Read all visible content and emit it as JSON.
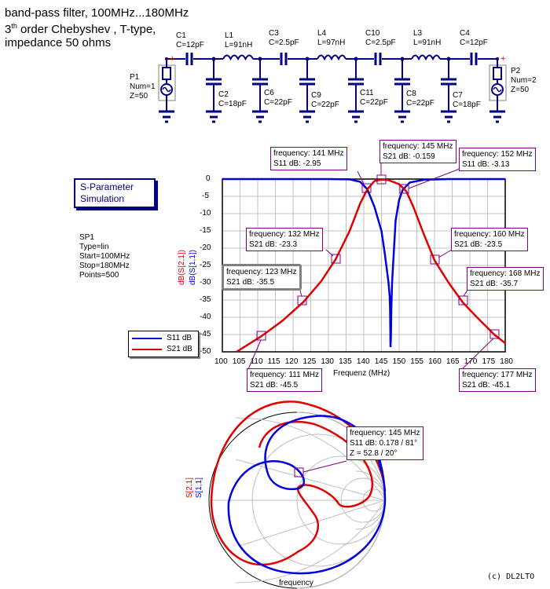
{
  "title": {
    "line1": "band-pass filter, 100MHz...180MHz",
    "line2_pre": "3",
    "line2_sup": "th",
    "line2_post": " order Chebyshev , T-type,",
    "line3": "impedance 50 ohms"
  },
  "schematic": {
    "ports": [
      {
        "name": "P1",
        "num": "Num=1",
        "z": "Z=50"
      },
      {
        "name": "P2",
        "num": "Num=2",
        "z": "Z=50"
      }
    ],
    "series": [
      {
        "name": "C1",
        "value": "C=12pF"
      },
      {
        "name": "L1",
        "value": "L=91nH"
      },
      {
        "name": "C3",
        "value": "C=2.5pF"
      },
      {
        "name": "L4",
        "value": "L=97nH"
      },
      {
        "name": "C10",
        "value": "C=2.5pF"
      },
      {
        "name": "L3",
        "value": "L=91nH"
      },
      {
        "name": "C4",
        "value": "C=12pF"
      }
    ],
    "shunt": [
      {
        "name": "C2",
        "value": "C=18pF"
      },
      {
        "name": "C6",
        "value": "C=22pF"
      },
      {
        "name": "C9",
        "value": "C=22pF"
      },
      {
        "name": "C11",
        "value": "C=22pF"
      },
      {
        "name": "C8",
        "value": "C=22pF"
      },
      {
        "name": "C7",
        "value": "C=18pF"
      }
    ],
    "plus_sign": "+"
  },
  "simulation": {
    "box_line1": "S-Parameter",
    "box_line2": "Simulation",
    "name": "SP1",
    "type": "Type=lin",
    "start": "Start=100MHz",
    "stop": "Stop=180MHz",
    "points": "Points=500"
  },
  "colors": {
    "s11": "#0000e0",
    "s21": "#e00000",
    "wire": "#000080",
    "marker": "#800080",
    "grid": "#c0c0c0"
  },
  "legend": {
    "items": [
      {
        "label": "S11 dB",
        "color": "#0000e0"
      },
      {
        "label": "S21 dB",
        "color": "#e00000"
      }
    ]
  },
  "chart_data": [
    {
      "type": "line",
      "title": "",
      "xlabel": "Frequenz (MHz)",
      "ylabel_red": "dB(S[2,1])",
      "ylabel_blue": "dB(S[1,1])",
      "xlim": [
        100,
        180
      ],
      "ylim": [
        -50,
        0
      ],
      "grid": true,
      "x_ticks": [
        "100",
        "105",
        "110",
        "115",
        "120",
        "125",
        "130",
        "135",
        "140",
        "145",
        "150",
        "155",
        "160",
        "165",
        "170",
        "175",
        "180"
      ],
      "y_ticks": [
        "0",
        "-5",
        "-10",
        "-15",
        "-20",
        "-25",
        "-30",
        "-35",
        "-40",
        "-45",
        "-50"
      ],
      "series": [
        {
          "name": "S11 dB",
          "x": [
            100,
            130,
            136,
            139,
            141,
            143,
            145,
            146,
            147,
            147.5,
            148,
            148.5,
            149,
            150,
            151,
            152,
            154,
            158,
            165,
            180
          ],
          "values": [
            0,
            0,
            -0.1,
            -0.8,
            -2.95,
            -8,
            -15,
            -22,
            -30,
            -42,
            -49,
            -38,
            -25,
            -12,
            -6,
            -3.13,
            -1,
            -0.2,
            0,
            0
          ]
        },
        {
          "name": "S21 dB",
          "x": [
            104,
            111,
            117,
            123,
            128,
            132,
            136,
            139,
            141,
            143,
            145,
            147,
            150,
            152,
            154,
            157,
            160,
            164,
            168,
            172,
            177,
            180
          ],
          "values": [
            -50,
            -45.5,
            -41,
            -35.5,
            -29.5,
            -23.3,
            -15,
            -7,
            -3,
            -0.6,
            -0.159,
            -0.3,
            -1.5,
            -3.5,
            -8,
            -16,
            -23.5,
            -30,
            -35.7,
            -40,
            -45.1,
            -47.5
          ]
        }
      ],
      "markers": [
        {
          "line1": "frequency: 141 MHz",
          "line2": "S11 dB: -2.95"
        },
        {
          "line1": "frequency: 145 MHz",
          "line2": "S21 dB: -0.159"
        },
        {
          "line1": "frequency: 152 MHz",
          "line2": "S11 dB: -3.13"
        },
        {
          "line1": "frequency: 132 MHz",
          "line2": "S21 dB: -23.3"
        },
        {
          "line1": "frequency: 160 MHz",
          "line2": "S21 dB: -23.5"
        },
        {
          "line1": "frequency: 123 MHz",
          "line2": "S21 dB: -35.5"
        },
        {
          "line1": "frequency: 168 MHz",
          "line2": "S21 dB: -35.7"
        },
        {
          "line1": "frequency: 111 MHz",
          "line2": "S21 dB: -45.5"
        },
        {
          "line1": "frequency: 177 MHz",
          "line2": "S21 dB: -45.1"
        }
      ]
    },
    {
      "type": "scatter",
      "title": "Smith chart",
      "xlabel": "frequency",
      "ylabel_red": "S[2,1]",
      "ylabel_blue": "S[1,1]",
      "series": [
        {
          "name": "S[1,1]"
        },
        {
          "name": "S[2,1]"
        }
      ],
      "markers": [
        {
          "line1": "frequency: 145 MHz",
          "line2": "S11 dB: 0.178 / 81°",
          "line3": "Z = 52.8 / 20°"
        }
      ]
    }
  ],
  "copyright": "(c) DL2LTO"
}
